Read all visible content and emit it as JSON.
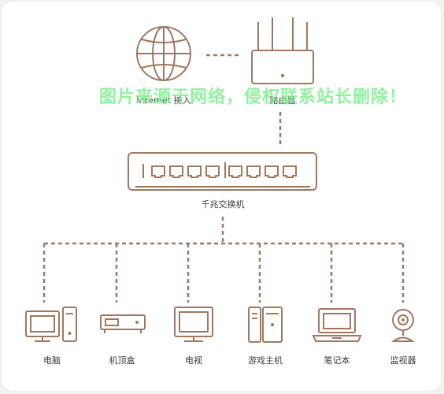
{
  "colors": {
    "line": "#a07860",
    "watermark": "#7cf08e",
    "label": "#3a3a3a"
  },
  "internet": {
    "label": "Internet 接入",
    "icon": "globe-icon"
  },
  "router": {
    "label": "路由器",
    "icon": "router-icon"
  },
  "switch": {
    "label": "千兆交换机",
    "icon": "switch-icon"
  },
  "watermark": "图片来源于网络，侵权联系站长删除！",
  "devices": [
    {
      "label": "电脑",
      "icon": "desktop-computer-icon"
    },
    {
      "label": "机顶盒",
      "icon": "set-top-box-icon"
    },
    {
      "label": "电视",
      "icon": "tv-icon"
    },
    {
      "label": "游戏主机",
      "icon": "game-console-icon"
    },
    {
      "label": "笔记本",
      "icon": "laptop-icon"
    },
    {
      "label": "监视器",
      "icon": "webcam-icon"
    }
  ]
}
